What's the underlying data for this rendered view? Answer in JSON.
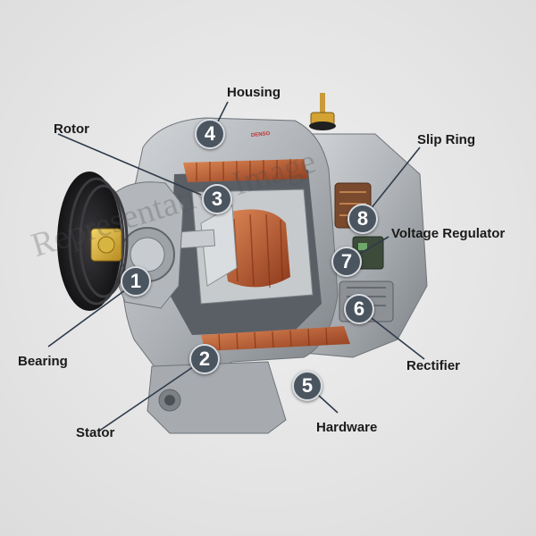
{
  "diagram": {
    "parts": [
      {
        "number": "1",
        "label": "Bearing"
      },
      {
        "number": "2",
        "label": "Stator"
      },
      {
        "number": "3",
        "label": "Rotor"
      },
      {
        "number": "4",
        "label": "Housing"
      },
      {
        "number": "5",
        "label": "Hardware"
      },
      {
        "number": "6",
        "label": "Rectifier"
      },
      {
        "number": "7",
        "label": "Voltage Regulator"
      },
      {
        "number": "8",
        "label": "Slip Ring"
      }
    ],
    "watermark": "Representative Image",
    "nameplate": "DENSO",
    "colors": {
      "badge": "#4b5560",
      "leader": "#2f3b4a",
      "copper": "#b85a30",
      "housing": "#b8bcc0",
      "pulley": "#1f1f22"
    }
  }
}
